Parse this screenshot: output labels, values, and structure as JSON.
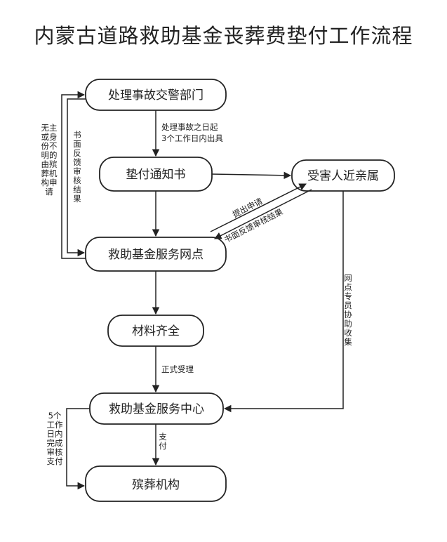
{
  "title": "内蒙古道路救助基金丧葬费垫付工作流程",
  "nodes": {
    "traffic_police": "处理事故交警部门",
    "notice": "垫付通知书",
    "victim_relatives": "受害人近亲属",
    "service_point": "救助基金服务网点",
    "materials": "材料齐全",
    "service_center": "救助基金服务中心",
    "funeral_home": "殡葬机构"
  },
  "edges": {
    "police_to_notice_line1": "处理事故之日起",
    "police_to_notice_line2": "3个工作日内出具",
    "relatives_to_point": "提出申请",
    "point_to_relatives": "书面反馈审核结果",
    "point_to_police_vertical": "无主或身份不明的由殡葬机构申请",
    "police_to_point_vertical": "书面反馈审核结果",
    "formal_acceptance": "正式受理",
    "point_staff_assist": "网点专员协助收集",
    "pay": "支付",
    "complete_pay_vertical": "5个工作日内完成审核支付"
  }
}
